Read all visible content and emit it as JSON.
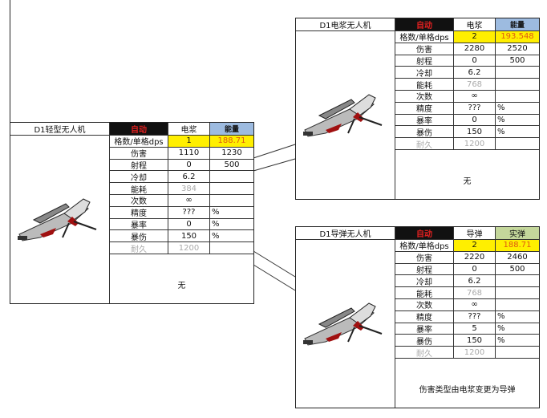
{
  "cards": [
    {
      "id": "light",
      "name": "D1轻型无人机",
      "auto": "自动",
      "col1": "电浆",
      "col2": "能量",
      "col2_style": "blue",
      "rows": [
        [
          "格数/单格dps",
          "1",
          "188.71"
        ],
        [
          "伤害",
          "1110",
          "1230"
        ],
        [
          "射程",
          "0",
          "500"
        ],
        [
          "冷却",
          "6.2",
          ""
        ],
        [
          "能耗",
          "384",
          ""
        ],
        [
          "次数",
          "∞",
          ""
        ],
        [
          "精度",
          "???",
          "%"
        ],
        [
          "暴率",
          "0",
          "%"
        ],
        [
          "暴伤",
          "150",
          "%"
        ],
        [
          "耐久",
          "1200",
          ""
        ]
      ],
      "footer": "无"
    },
    {
      "id": "plasma",
      "name": "D1电浆无人机",
      "auto": "自动",
      "col1": "电浆",
      "col2": "能量",
      "col2_style": "blue",
      "rows": [
        [
          "格数/单格dps",
          "2",
          "193.548"
        ],
        [
          "伤害",
          "2280",
          "2520"
        ],
        [
          "射程",
          "0",
          "500"
        ],
        [
          "冷却",
          "6.2",
          ""
        ],
        [
          "能耗",
          "768",
          ""
        ],
        [
          "次数",
          "∞",
          ""
        ],
        [
          "精度",
          "???",
          "%"
        ],
        [
          "暴率",
          "0",
          "%"
        ],
        [
          "暴伤",
          "150",
          "%"
        ],
        [
          "耐久",
          "1200",
          ""
        ]
      ],
      "footer": "无"
    },
    {
      "id": "missile",
      "name": "D1导弹无人机",
      "auto": "自动",
      "col1": "导弹",
      "col2": "实弹",
      "col2_style": "green",
      "rows": [
        [
          "格数/单格dps",
          "2",
          "188.71"
        ],
        [
          "伤害",
          "2220",
          "2460"
        ],
        [
          "射程",
          "0",
          "500"
        ],
        [
          "冷却",
          "6.2",
          ""
        ],
        [
          "能耗",
          "768",
          ""
        ],
        [
          "次数",
          "∞",
          ""
        ],
        [
          "精度",
          "???",
          "%"
        ],
        [
          "暴率",
          "5",
          "%"
        ],
        [
          "暴伤",
          "150",
          "%"
        ],
        [
          "耐久",
          "1200",
          ""
        ]
      ],
      "footer": "伤害类型由电浆变更为导弹"
    }
  ]
}
